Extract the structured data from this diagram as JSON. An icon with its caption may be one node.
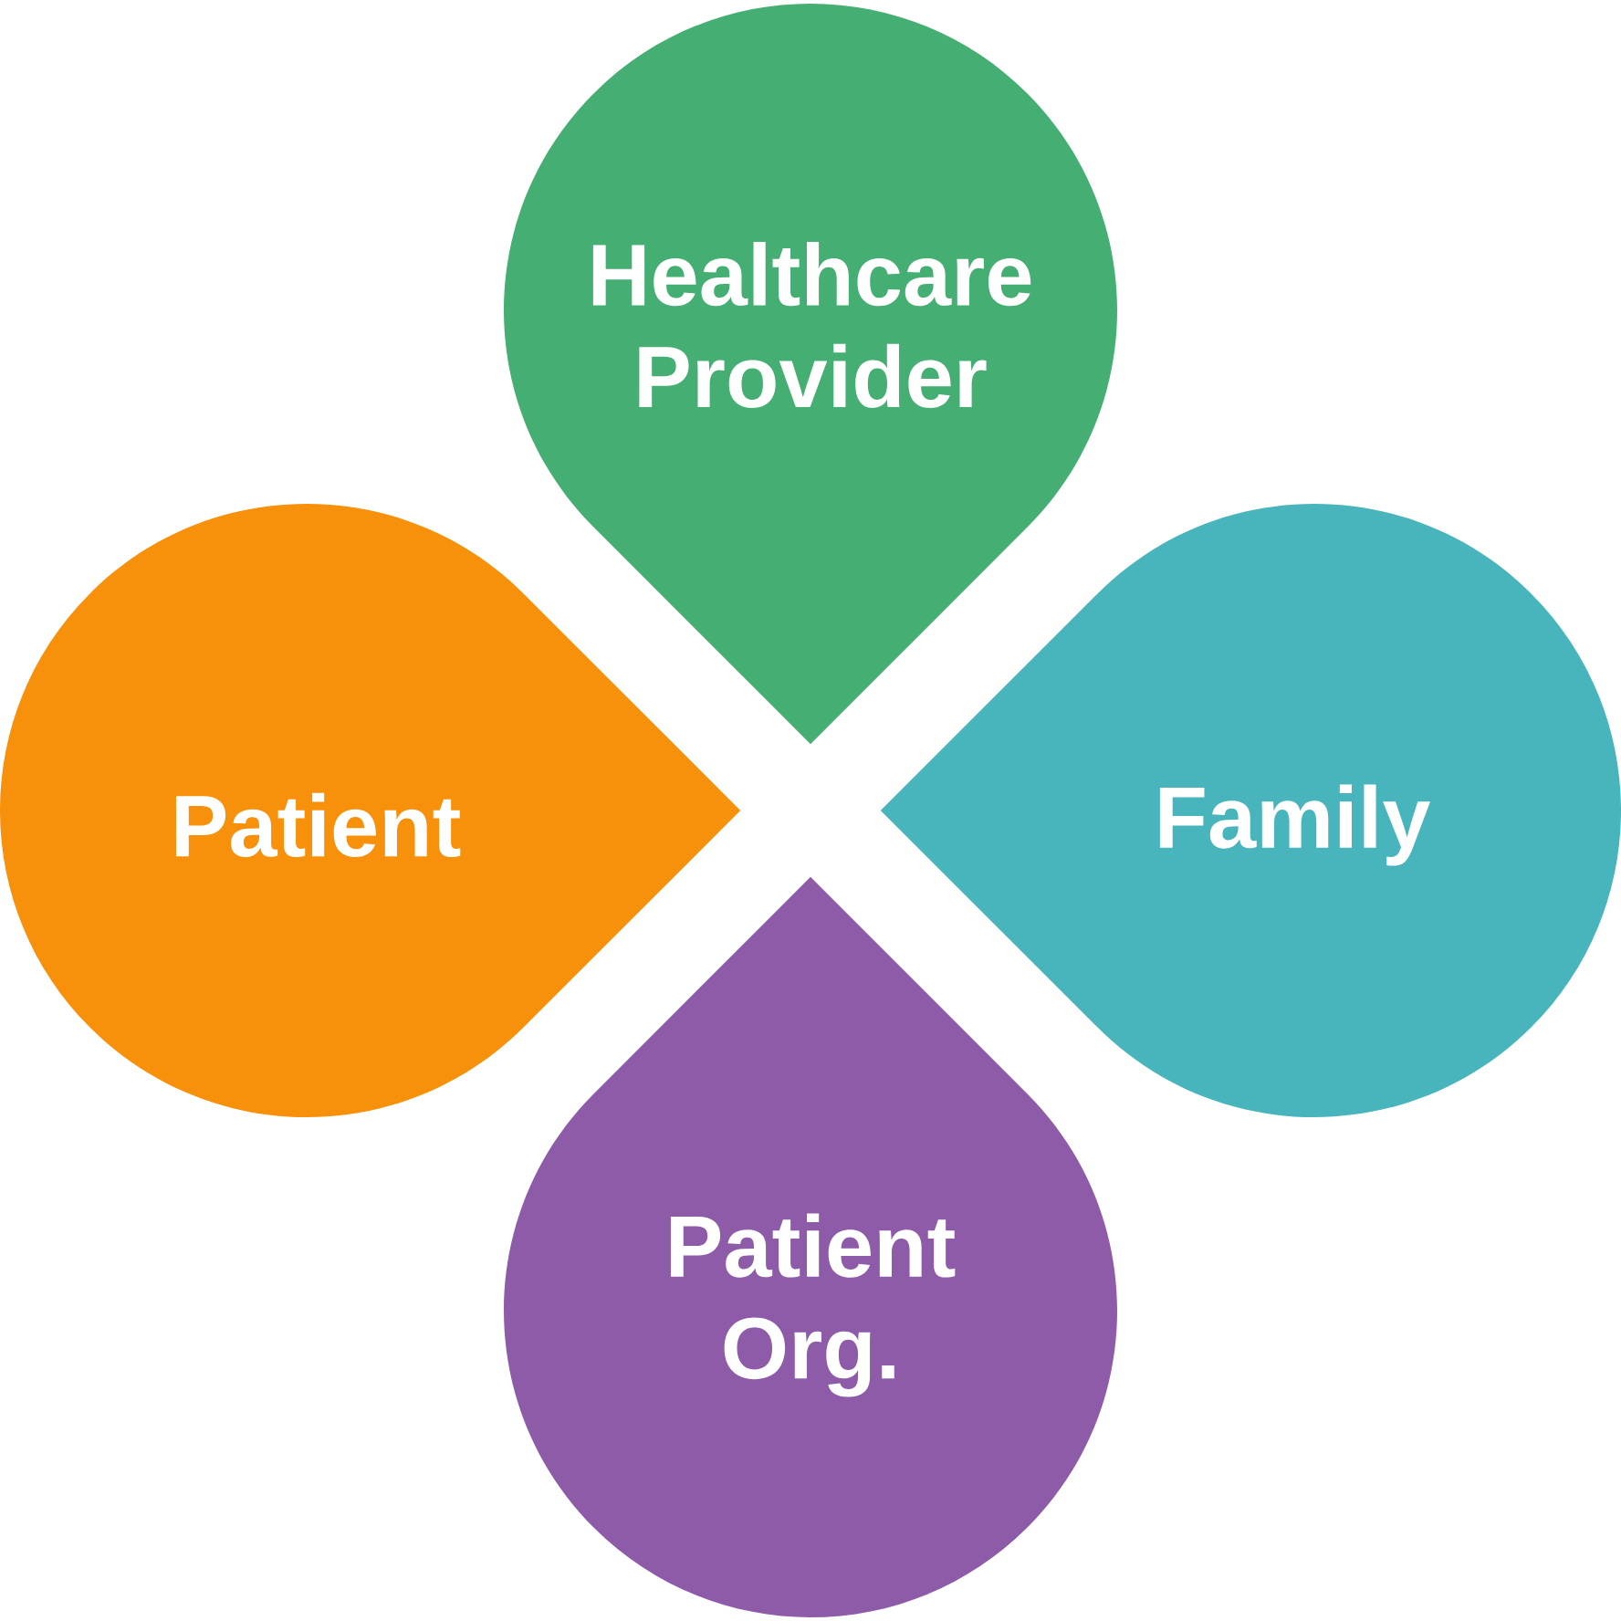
{
  "diagram": {
    "nodes": [
      {
        "text": [
          "Healthcare Provider"
        ]
      },
      {
        "text": [
          "Patient"
        ]
      },
      {
        "text": [
          "Family"
        ]
      },
      {
        "text": [
          "Patient Org."
        ]
      }
    ]
  }
}
